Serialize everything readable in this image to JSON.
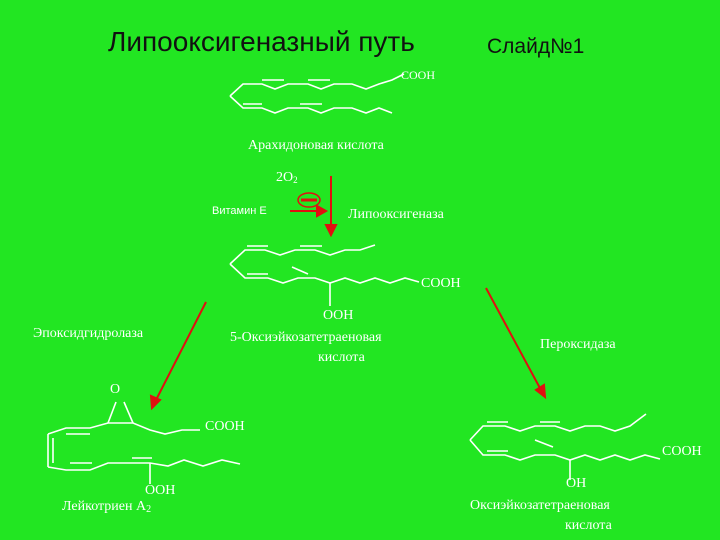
{
  "title": "Липооксигеназный путь",
  "slide_label": "Слайд№1",
  "arachidonic": {
    "cooh": "COOH",
    "name": "Арахидоновая кислота"
  },
  "reaction1": {
    "oxygen": "2O",
    "oxygen_sub": "2",
    "vitamin": "Витамин Е",
    "enzyme": "Липооксигеназа"
  },
  "hpete": {
    "cooh": "COOH",
    "ooh": "OOH",
    "name_line1": "5-Оксиэйкозатетраеновая",
    "name_line2": "кислота"
  },
  "epoxide_hydrolase": "Эпоксидгидролаза",
  "peroxidase": "Пероксидаза",
  "leukotriene": {
    "o": "O",
    "cooh": "COOH",
    "ooh": "OOH",
    "name": "Лейкотриен А",
    "name_sub": "2"
  },
  "hete": {
    "cooh": "COOH",
    "oh": "OH",
    "name_line1": "Оксиэйкозатетраеновая",
    "name_line2": "кислота"
  },
  "colors": {
    "background": "#22e622",
    "arrow": "#e01010",
    "bonds": "#ffffff"
  }
}
